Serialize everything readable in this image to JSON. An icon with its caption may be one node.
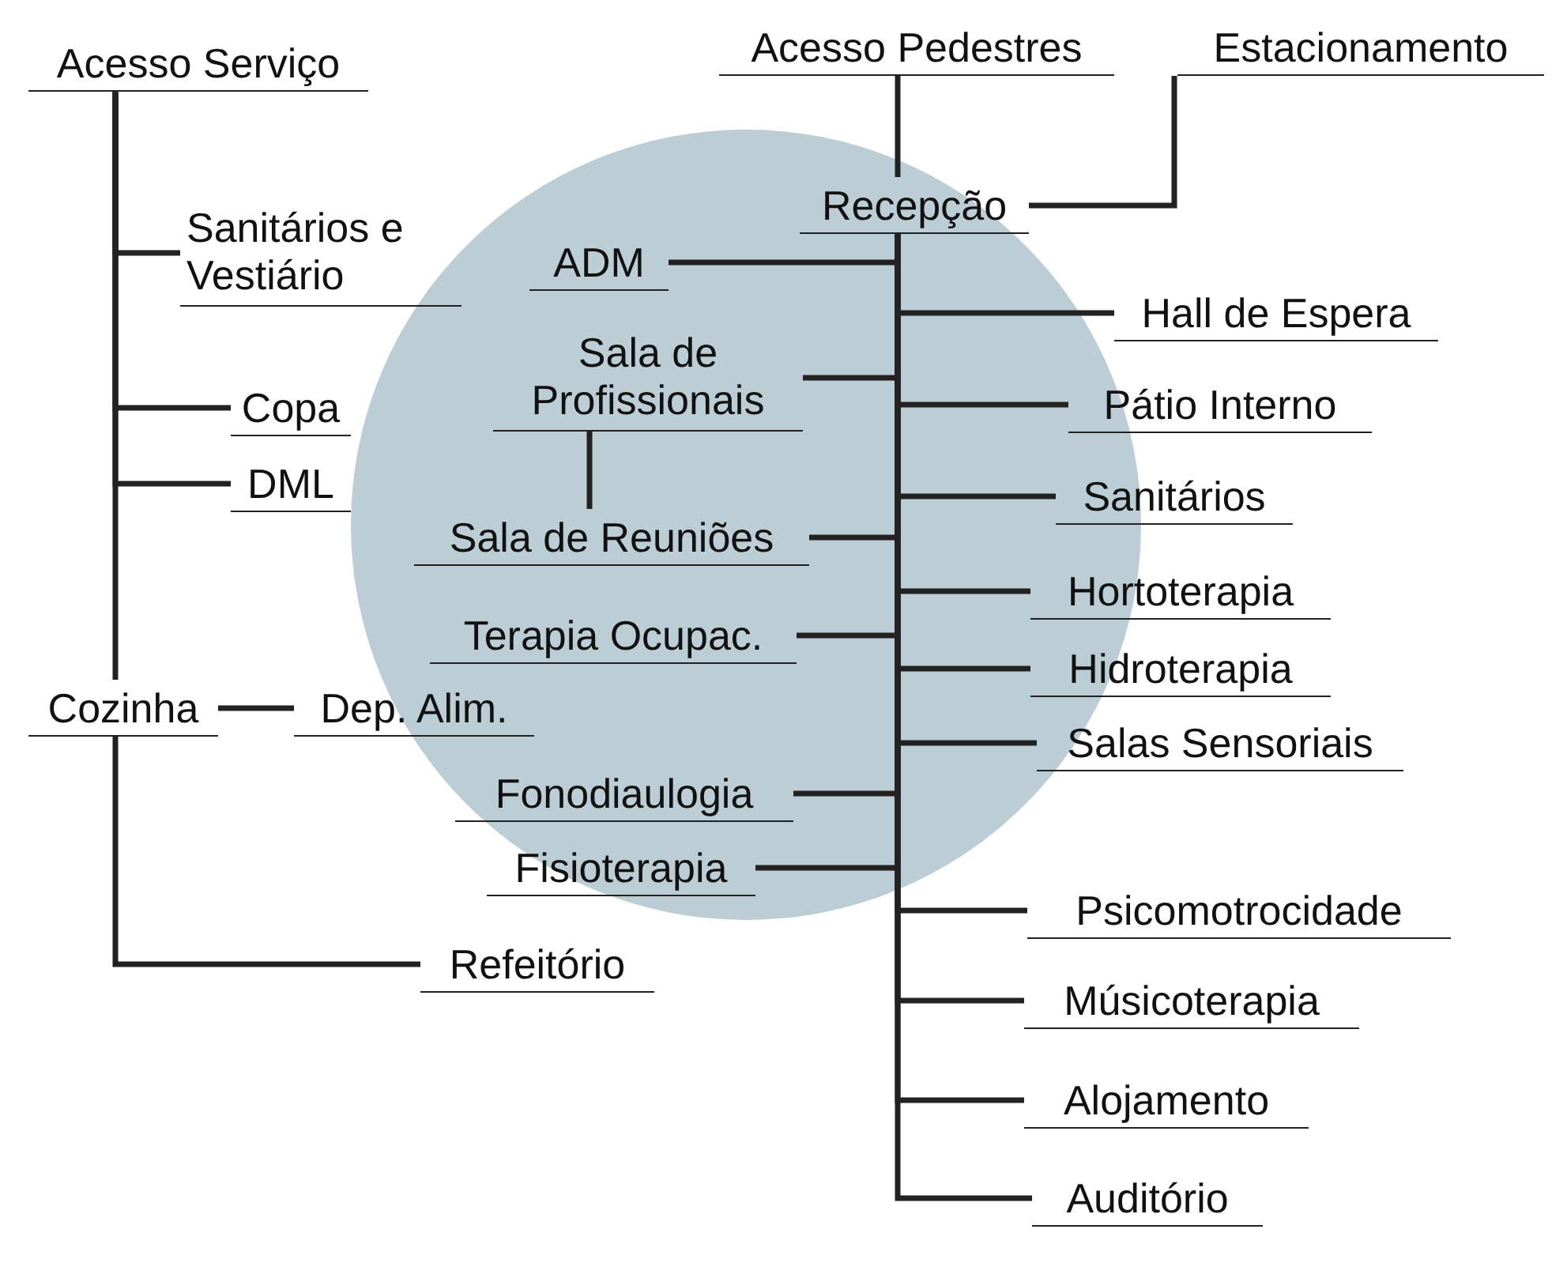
{
  "diagram": {
    "nodes": [
      {
        "text": [
          "Acesso Serviço"
        ]
      },
      {
        "text": [
          "Acesso Pedestres"
        ]
      },
      {
        "text": [
          "Estacionamento"
        ]
      },
      {
        "text": [],
        "shape": "circle"
      },
      {
        "text": [
          "Recepção"
        ],
        "in": 3
      },
      {
        "text": [
          "Sanitários e Vestiário"
        ]
      },
      {
        "text": [
          "ADM"
        ],
        "in": 3
      },
      {
        "text": [
          "Hall de Espera"
        ]
      },
      {
        "text": [
          "Sala de Profissionais"
        ],
        "in": 3
      },
      {
        "text": [
          "Copa"
        ]
      },
      {
        "text": [
          "Pátio Interno"
        ]
      },
      {
        "text": [
          "DML"
        ]
      },
      {
        "text": [
          "Sanitários"
        ]
      },
      {
        "text": [
          "Sala de Reuniões"
        ],
        "in": 3
      },
      {
        "text": [
          "Hortoterapia"
        ]
      },
      {
        "text": [
          "Terapia Ocupac."
        ],
        "in": 3
      },
      {
        "text": [
          "Hidroterapia"
        ]
      },
      {
        "text": [
          "Cozinha"
        ]
      },
      {
        "text": [
          "Dep. Alim."
        ]
      },
      {
        "text": [
          "Salas Sensoriais"
        ]
      },
      {
        "text": [
          "Fonodiaulogia"
        ],
        "in": 3
      },
      {
        "text": [
          "Fisioterapia"
        ],
        "in": 3
      },
      {
        "text": [
          "Psicomotrocidade"
        ]
      },
      {
        "text": [
          "Refeitório"
        ]
      },
      {
        "text": [
          "Músicoterapia"
        ]
      },
      {
        "text": [
          "Alojamento"
        ]
      },
      {
        "text": [
          "Auditório"
        ]
      }
    ],
    "edges": [
      {
        "from": 0,
        "to": 5,
        "arrow": "none"
      },
      {
        "from": 0,
        "to": 9,
        "arrow": "none"
      },
      {
        "from": 0,
        "to": 11,
        "arrow": "none"
      },
      {
        "from": 0,
        "to": 17,
        "arrow": "none"
      },
      {
        "from": 17,
        "to": 18,
        "arrow": "none"
      },
      {
        "from": 17,
        "to": 23,
        "arrow": "none"
      },
      {
        "from": 1,
        "to": 4,
        "arrow": "none"
      },
      {
        "from": 2,
        "to": 4,
        "arrow": "none"
      },
      {
        "from": 4,
        "to": 6,
        "arrow": "none"
      },
      {
        "from": 4,
        "to": 7,
        "arrow": "none"
      },
      {
        "from": 4,
        "to": 8,
        "arrow": "none"
      },
      {
        "from": 4,
        "to": 10,
        "arrow": "none"
      },
      {
        "from": 4,
        "to": 12,
        "arrow": "none"
      },
      {
        "from": 4,
        "to": 13,
        "arrow": "none"
      },
      {
        "from": 8,
        "to": 13,
        "arrow": "none"
      },
      {
        "from": 4,
        "to": 14,
        "arrow": "none"
      },
      {
        "from": 4,
        "to": 15,
        "arrow": "none"
      },
      {
        "from": 4,
        "to": 16,
        "arrow": "none"
      },
      {
        "from": 4,
        "to": 19,
        "arrow": "none"
      },
      {
        "from": 4,
        "to": 20,
        "arrow": "none"
      },
      {
        "from": 4,
        "to": 21,
        "arrow": "none"
      },
      {
        "from": 4,
        "to": 22,
        "arrow": "none"
      },
      {
        "from": 4,
        "to": 24,
        "arrow": "none"
      },
      {
        "from": 4,
        "to": 25,
        "arrow": "none"
      },
      {
        "from": 4,
        "to": 26,
        "arrow": "none"
      }
    ]
  }
}
